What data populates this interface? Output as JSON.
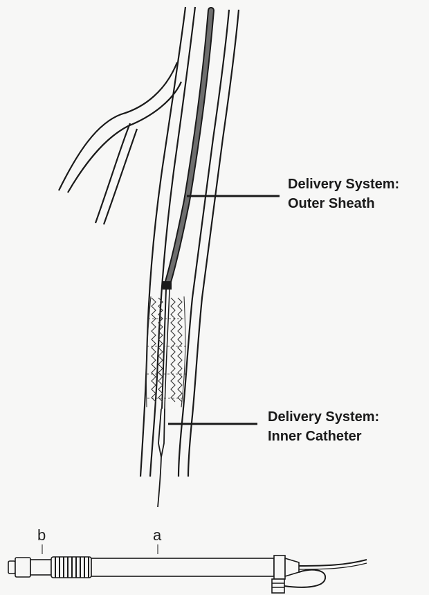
{
  "labels": {
    "outer_sheath": {
      "line1": "Delivery System:",
      "line2": "Outer Sheath"
    },
    "inner_catheter": {
      "line1": "Delivery System:",
      "line2": "Inner Catheter"
    }
  },
  "device": {
    "label_a": "a",
    "label_b": "b"
  },
  "colors": {
    "ink": "#1a1a1a",
    "sheath": "#6e6e6e",
    "background": "#f7f7f6"
  }
}
